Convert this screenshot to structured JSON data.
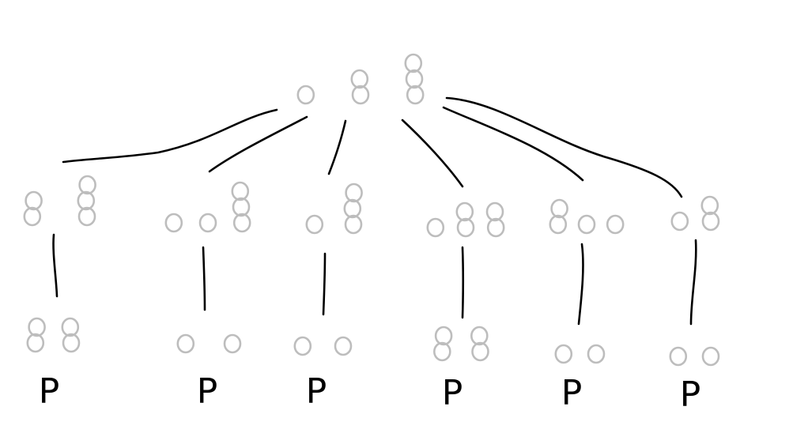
{
  "diagram": {
    "stone_color": "#bdbdbd",
    "line_color": "#000000",
    "root": {
      "piles": [
        1,
        2,
        3
      ]
    },
    "children": [
      {
        "piles": [
          2,
          3
        ],
        "leaf": {
          "piles": [
            2,
            2
          ],
          "label": "P"
        }
      },
      {
        "piles": [
          1,
          1,
          3
        ],
        "leaf": {
          "piles": [
            1,
            1
          ],
          "label": "P"
        }
      },
      {
        "piles": [
          1,
          3
        ],
        "leaf": {
          "piles": [
            1,
            1
          ],
          "label": "P"
        }
      },
      {
        "piles": [
          1,
          2,
          2
        ],
        "leaf": {
          "piles": [
            2,
            2
          ],
          "label": "P"
        }
      },
      {
        "piles": [
          2,
          1,
          1
        ],
        "leaf": {
          "piles": [
            1,
            1
          ],
          "label": "P"
        }
      },
      {
        "piles": [
          1,
          2
        ],
        "leaf": {
          "piles": [
            1,
            1
          ],
          "label": "P"
        }
      }
    ]
  }
}
